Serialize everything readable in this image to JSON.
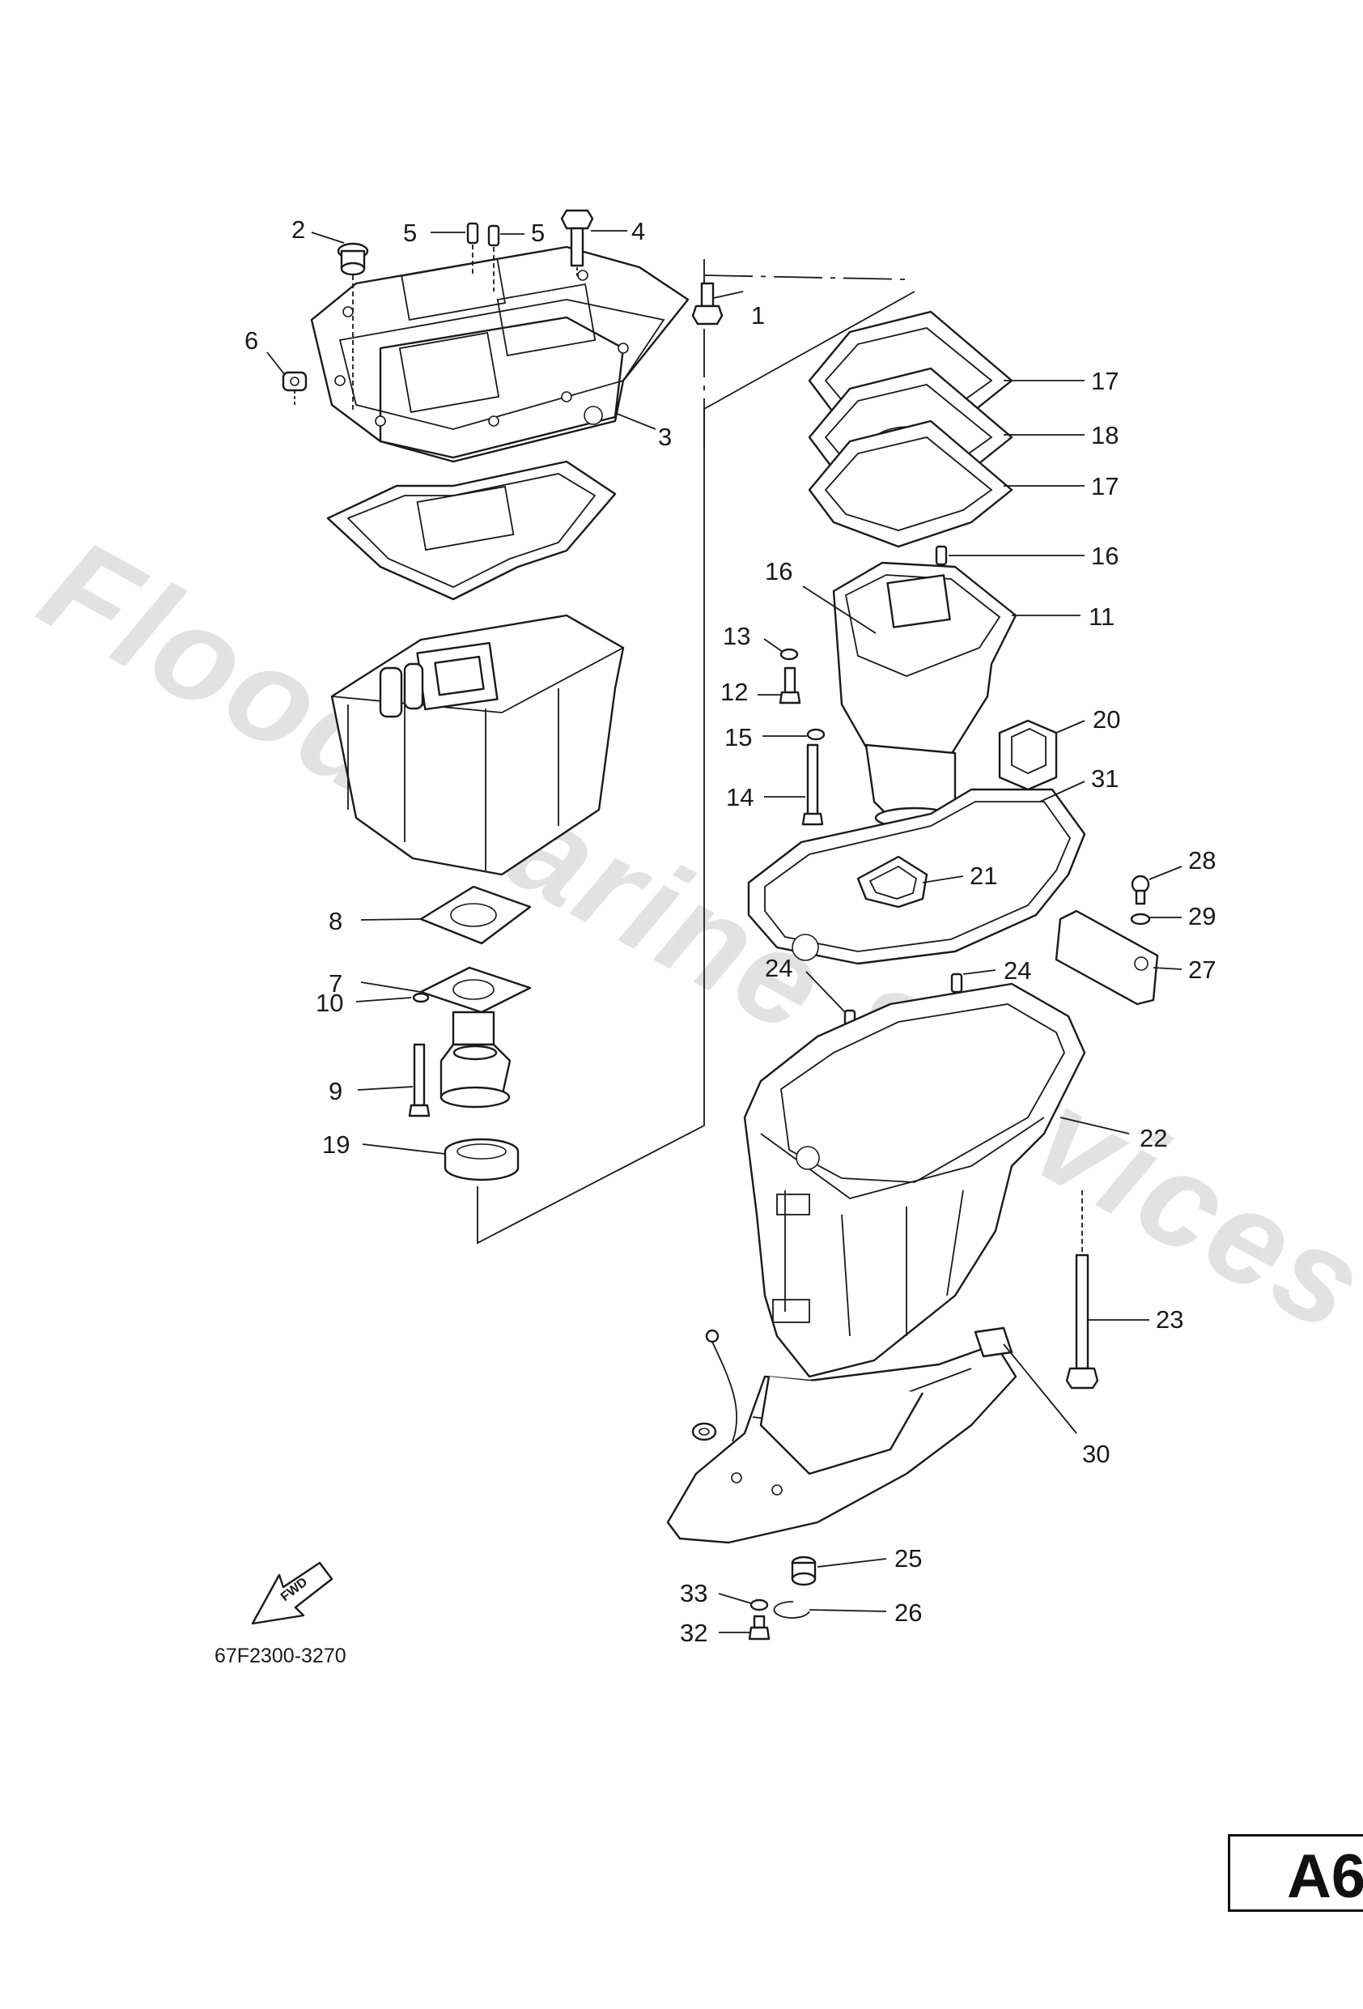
{
  "diagram": {
    "part_code": "67F2300-3270",
    "watermark": "Flood Marine Services",
    "fwd_label": "FWD",
    "page_ref": "A6",
    "callouts": [
      {
        "id": "c1",
        "label": "1"
      },
      {
        "id": "c2",
        "label": "2"
      },
      {
        "id": "c3",
        "label": "3"
      },
      {
        "id": "c4",
        "label": "4"
      },
      {
        "id": "c5a",
        "label": "5"
      },
      {
        "id": "c5b",
        "label": "5"
      },
      {
        "id": "c6",
        "label": "6"
      },
      {
        "id": "c7",
        "label": "7"
      },
      {
        "id": "c8",
        "label": "8"
      },
      {
        "id": "c9",
        "label": "9"
      },
      {
        "id": "c10",
        "label": "10"
      },
      {
        "id": "c11",
        "label": "11"
      },
      {
        "id": "c12",
        "label": "12"
      },
      {
        "id": "c13",
        "label": "13"
      },
      {
        "id": "c14",
        "label": "14"
      },
      {
        "id": "c15",
        "label": "15"
      },
      {
        "id": "c16a",
        "label": "16"
      },
      {
        "id": "c16b",
        "label": "16"
      },
      {
        "id": "c17a",
        "label": "17"
      },
      {
        "id": "c17b",
        "label": "17"
      },
      {
        "id": "c18",
        "label": "18"
      },
      {
        "id": "c19",
        "label": "19"
      },
      {
        "id": "c20",
        "label": "20"
      },
      {
        "id": "c21",
        "label": "21"
      },
      {
        "id": "c22",
        "label": "22"
      },
      {
        "id": "c23",
        "label": "23"
      },
      {
        "id": "c24a",
        "label": "24"
      },
      {
        "id": "c24b",
        "label": "24"
      },
      {
        "id": "c25",
        "label": "25"
      },
      {
        "id": "c26",
        "label": "26"
      },
      {
        "id": "c27",
        "label": "27"
      },
      {
        "id": "c28",
        "label": "28"
      },
      {
        "id": "c29",
        "label": "29"
      },
      {
        "id": "c30",
        "label": "30"
      },
      {
        "id": "c31",
        "label": "31"
      },
      {
        "id": "c32",
        "label": "32"
      },
      {
        "id": "c33",
        "label": "33"
      }
    ]
  }
}
